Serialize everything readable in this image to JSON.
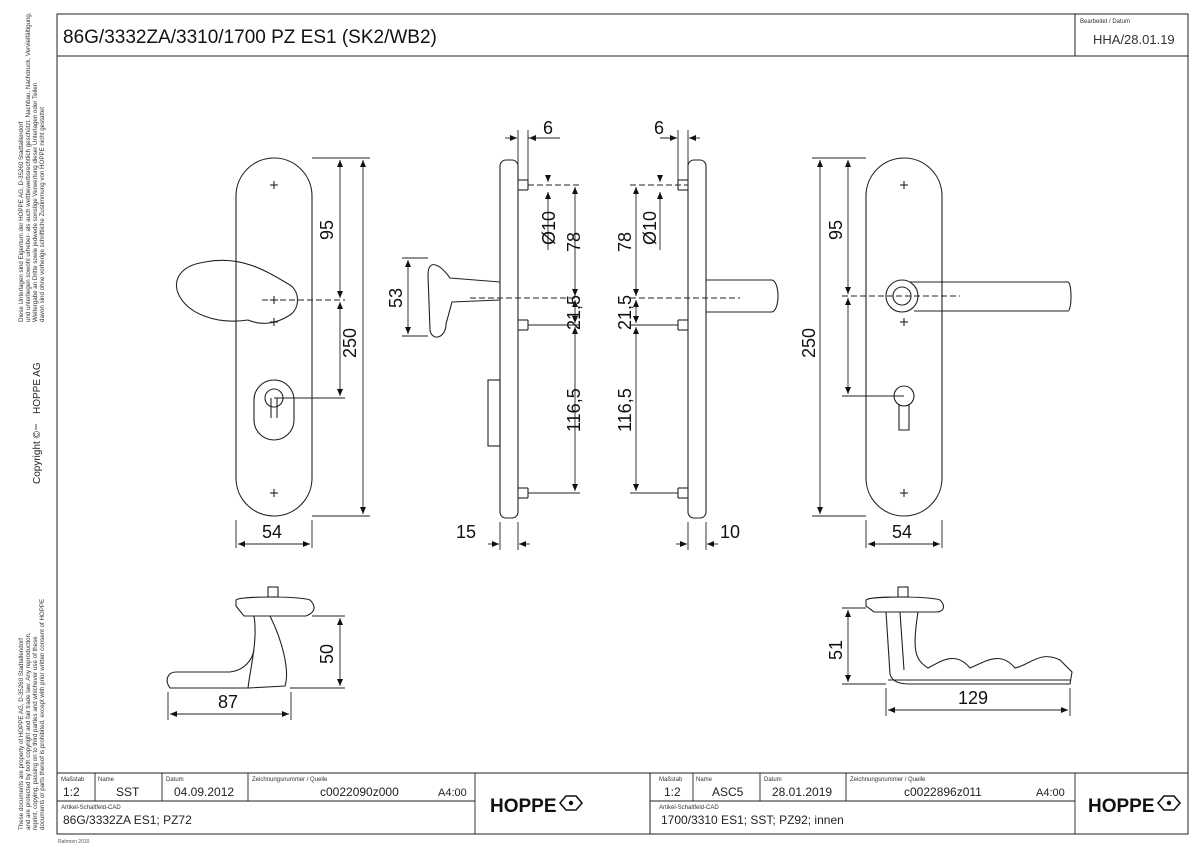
{
  "header": {
    "title": "86G/3332ZA/3310/1700 PZ ES1 (SK2/WB2)",
    "edited_label": "Bearbeitet / Datum",
    "edited_value": "HHA/28.01.19"
  },
  "side_notes": {
    "copyright": "Copyright ©",
    "company": "HOPPE AG",
    "german_lines": [
      "Diese Unterlagen sind Eigentum der HOPPE AG, D-35260 Stadtallendorf",
      "und unterliegen sowohl urheber- als auch wettbewerbsrechtlich geschützt. Nachbau, Nachdruck, Vervielfältigung,",
      "Weitergabe an Dritte sowie jedwede sonstige Verwertung dieser Unterlagen oder Teilen",
      "davon sind ohne vorherige schriftliche Zustimmung von HOPPE nicht gestattet"
    ],
    "english_lines": [
      "These documents are property of HOPPE AG, D-35260 Stadtallendorf",
      "and are protected by both copyright and fair trade law. Any reproduction,",
      "reprint, copying, passing on to third parties and whichever use of these",
      "documents or parts thereof is prohibited, except with prior written consent of HOPPE"
    ]
  },
  "dimensions": {
    "left_front": {
      "d95": "95",
      "d250": "250",
      "d54": "54"
    },
    "left_side": {
      "d6": "6",
      "dia10": "Ø10",
      "d78": "78",
      "d21_5": "21,5",
      "d116_5": "116,5",
      "d53": "53",
      "d15": "15"
    },
    "right_side": {
      "d6": "6",
      "dia10": "Ø10",
      "d78": "78",
      "d21_5": "21,5",
      "d116_5": "116,5",
      "d10": "10"
    },
    "right_front": {
      "d95": "95",
      "d250": "250",
      "d54": "54"
    },
    "left_top": {
      "d50": "50",
      "d87": "87"
    },
    "right_top": {
      "d51": "51",
      "d129": "129"
    }
  },
  "title_blocks": [
    {
      "scale_label": "Maßstab",
      "scale": "1:2",
      "name_label": "Name",
      "name": "SST",
      "date_label": "Datum",
      "date": "04.09.2012",
      "drawing_label": "Zeichnungsnummer / Quelle",
      "drawing": "c0022090z000",
      "format": "A4:00",
      "article_label": "Artikel-Schaltfeld-CAD",
      "article": "86G/3332ZA ES1; PZ72",
      "logo": "HOPPE"
    },
    {
      "scale_label": "Maßstab",
      "scale": "1:2",
      "name_label": "Name",
      "name": "ASC5",
      "date_label": "Datum",
      "date": "28.01.2019",
      "drawing_label": "Zeichnungsnummer / Quelle",
      "drawing": "c0022896z011",
      "format": "A4:00",
      "article_label": "Artikel-Schaltfeld-CAD",
      "article": "1700/3310 ES1; SST; PZ92; innen",
      "logo": "HOPPE"
    }
  ],
  "footer_small": "Rahmen 2010"
}
